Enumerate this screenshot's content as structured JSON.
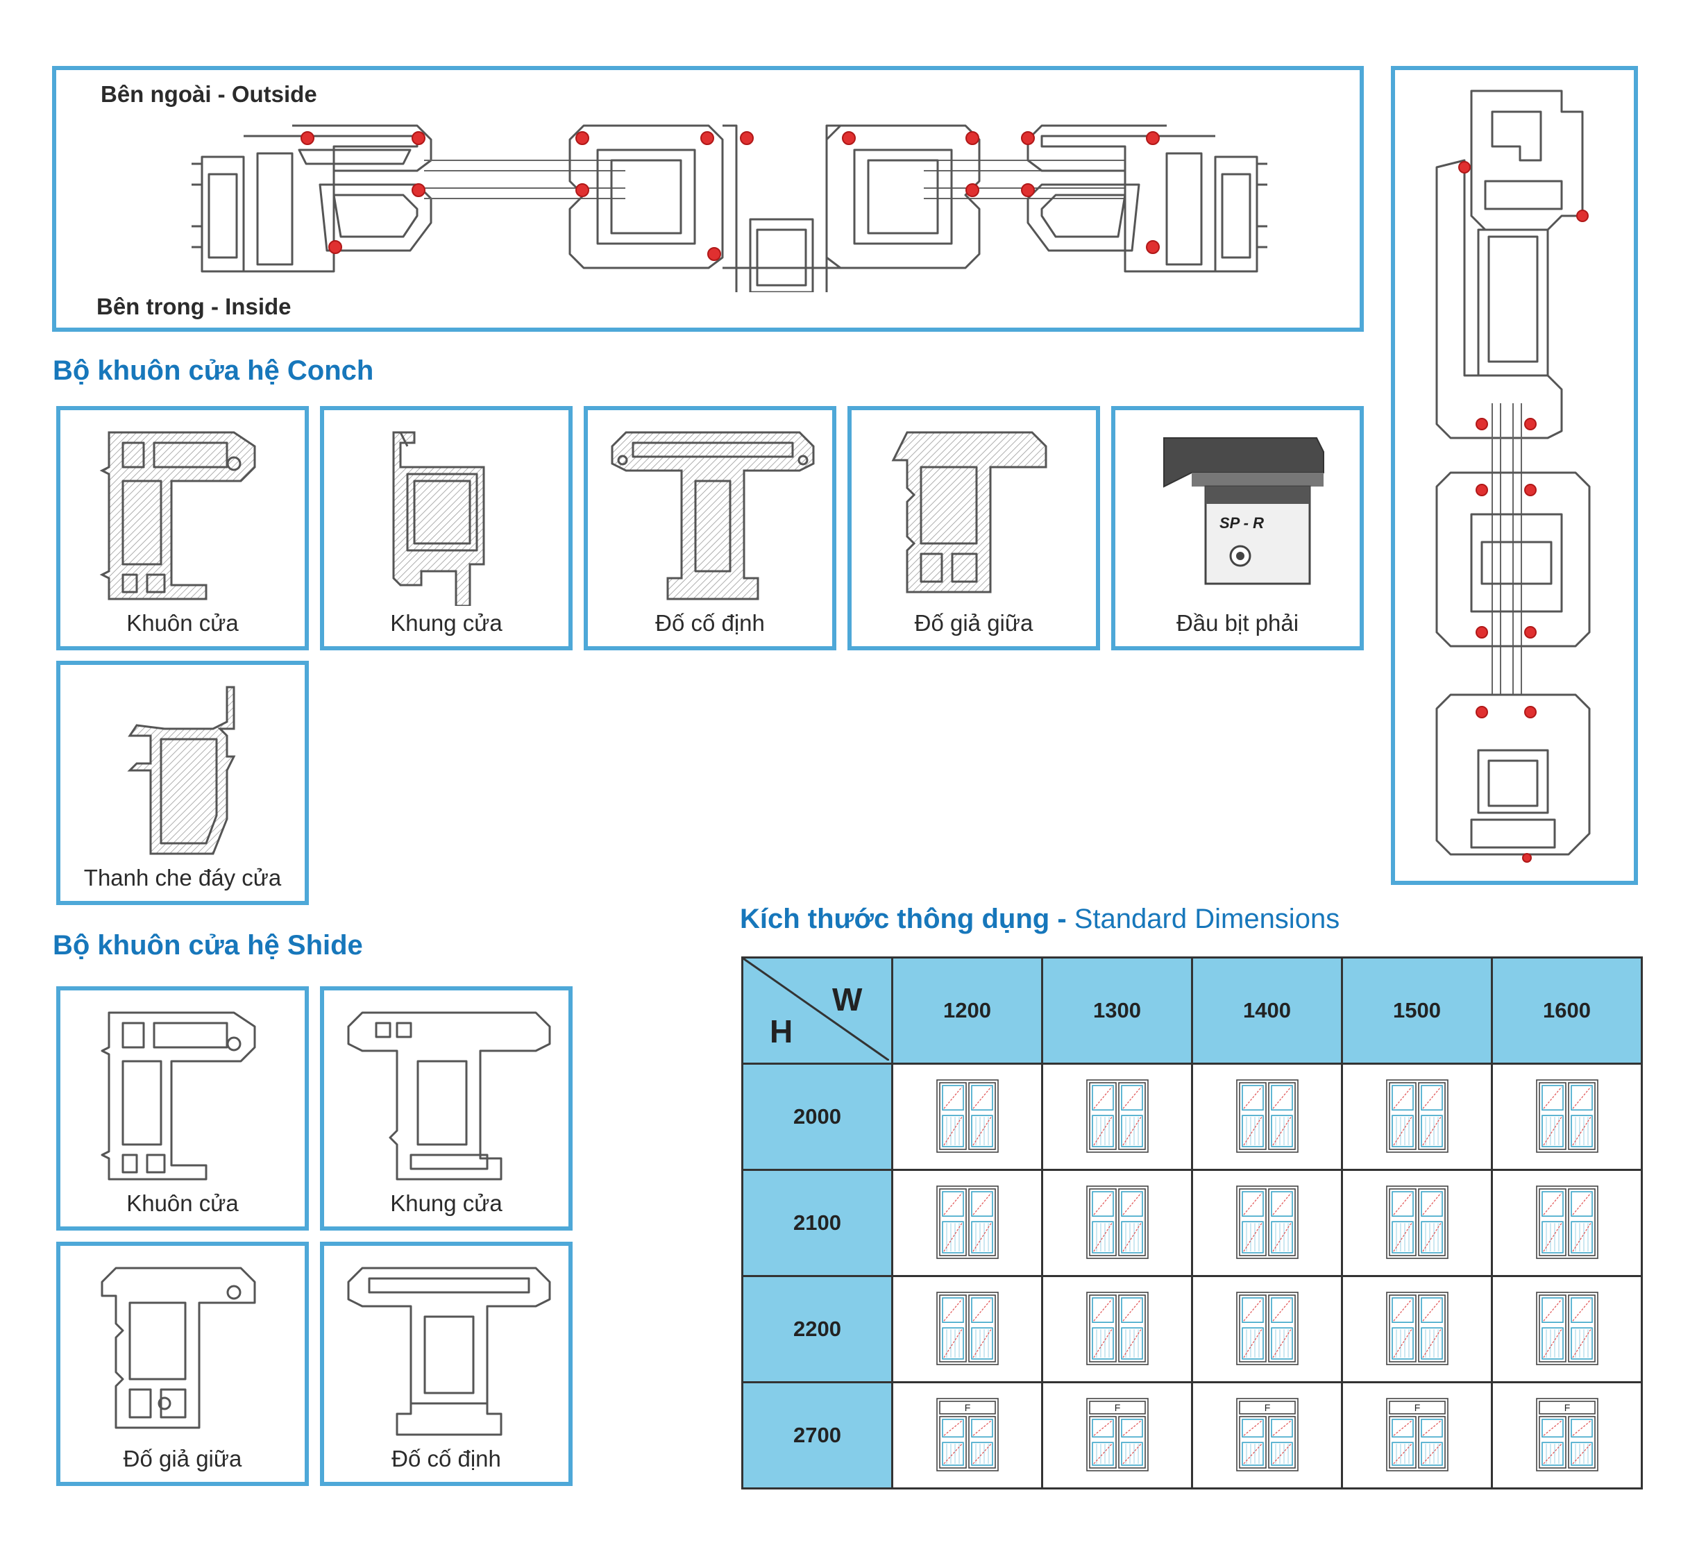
{
  "top_section": {
    "outside_label": "Bên ngoài - Outside",
    "inside_label": "Bên trong - Inside"
  },
  "conch": {
    "title": "Bộ khuôn cửa hệ Conch",
    "items": [
      {
        "label": "Khuôn cửa"
      },
      {
        "label": "Khung cửa"
      },
      {
        "label": "Đố cố định"
      },
      {
        "label": "Đố giả giữa"
      },
      {
        "label": "Đầu bịt phải",
        "logo_text": "SP - R"
      },
      {
        "label": "Thanh che đáy cửa"
      }
    ]
  },
  "shide": {
    "title": "Bộ khuôn cửa hệ Shide",
    "items": [
      {
        "label": "Khuôn cửa"
      },
      {
        "label": "Khung cửa"
      },
      {
        "label": "Đố giả giữa"
      },
      {
        "label": "Đố cố định"
      }
    ]
  },
  "dimensions": {
    "title_bold": "Kích thước thông dụng - ",
    "title_regular": "Standard Dimensions",
    "h_label": "H",
    "w_label": "W",
    "widths": [
      "1200",
      "1300",
      "1400",
      "1500",
      "1600"
    ],
    "heights": [
      "2000",
      "2100",
      "2200",
      "2700"
    ],
    "fixed_label": "F"
  },
  "colors": {
    "frame_blue": "#4ea8d8",
    "title_blue": "#1777bb",
    "header_blue": "#85cde9",
    "gasket_red": "#e03030"
  }
}
